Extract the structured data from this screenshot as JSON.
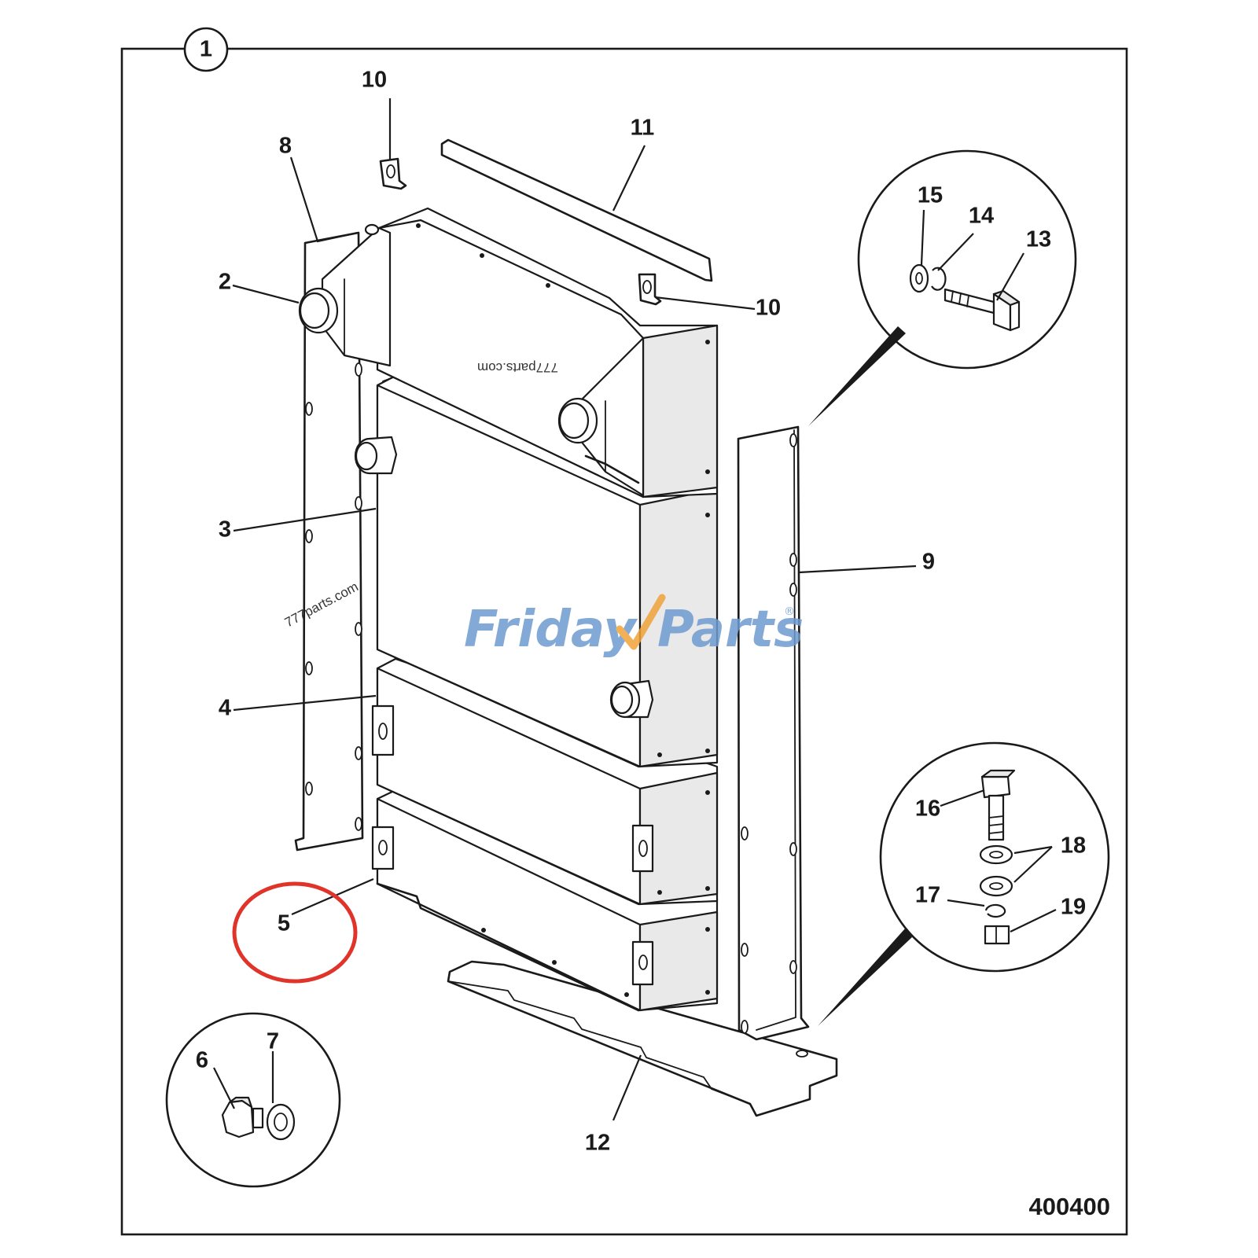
{
  "figure": {
    "group_number": "1",
    "diagram_number": "400400",
    "callouts": [
      {
        "id": "c1",
        "label": "2"
      },
      {
        "id": "c2",
        "label": "3"
      },
      {
        "id": "c3",
        "label": "4"
      },
      {
        "id": "c4",
        "label": "5"
      },
      {
        "id": "c5",
        "label": "6"
      },
      {
        "id": "c6",
        "label": "7"
      },
      {
        "id": "c7",
        "label": "8"
      },
      {
        "id": "c8",
        "label": "9"
      },
      {
        "id": "c9",
        "label": "10"
      },
      {
        "id": "c10",
        "label": "10"
      },
      {
        "id": "c11",
        "label": "11"
      },
      {
        "id": "c12",
        "label": "12"
      },
      {
        "id": "c13",
        "label": "13"
      },
      {
        "id": "c14",
        "label": "14"
      },
      {
        "id": "c15",
        "label": "15"
      },
      {
        "id": "c16",
        "label": "16"
      },
      {
        "id": "c17",
        "label": "17"
      },
      {
        "id": "c18",
        "label": "18"
      },
      {
        "id": "c19",
        "label": "19"
      }
    ],
    "highlighted_callout": "5",
    "highlight_color": "#e0332a"
  },
  "watermarks": {
    "site_text": "777parts.com",
    "brand_part1": "Friday",
    "brand_part2": "Parts",
    "brand_mark": "®",
    "brand_blue": "#6e9bd0",
    "brand_orange": "#f0a33a"
  }
}
